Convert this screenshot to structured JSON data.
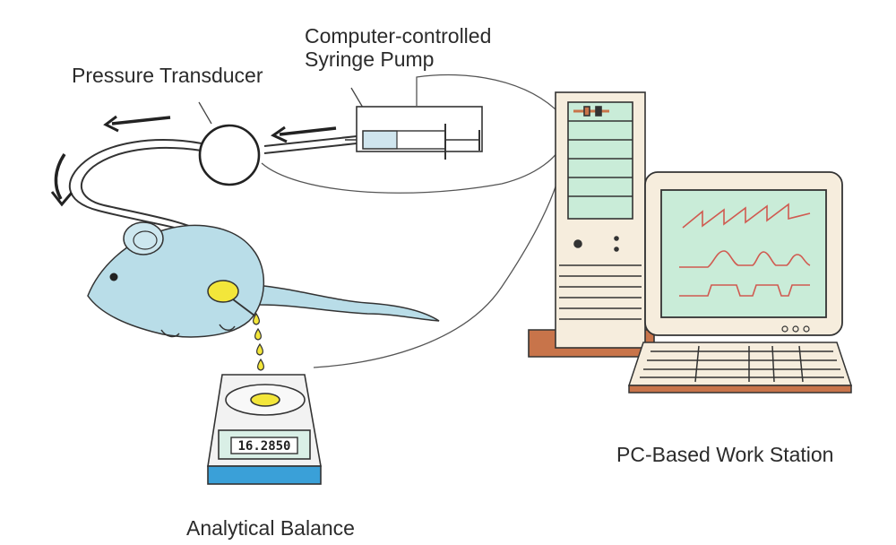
{
  "labels": {
    "pressure_transducer": "Pressure Transducer",
    "syringe_pump_line1": "Computer-controlled",
    "syringe_pump_line2": "Syringe Pump",
    "workstation": "PC-Based Work Station",
    "balance": "Analytical Balance"
  },
  "balance_display": "16.2850",
  "colors": {
    "mouse": "#b9dde8",
    "yellow": "#f3e63a",
    "screen": "#c9ecd8",
    "monitor_case": "#f6eddd",
    "outline": "#3a3a3a",
    "trace": "#d05a50",
    "desk": "#c8744a",
    "balance_plate": "#3aa0d8"
  },
  "icons": [
    "arrow-left-icon",
    "arrow-curve-icon",
    "drop-icon"
  ]
}
